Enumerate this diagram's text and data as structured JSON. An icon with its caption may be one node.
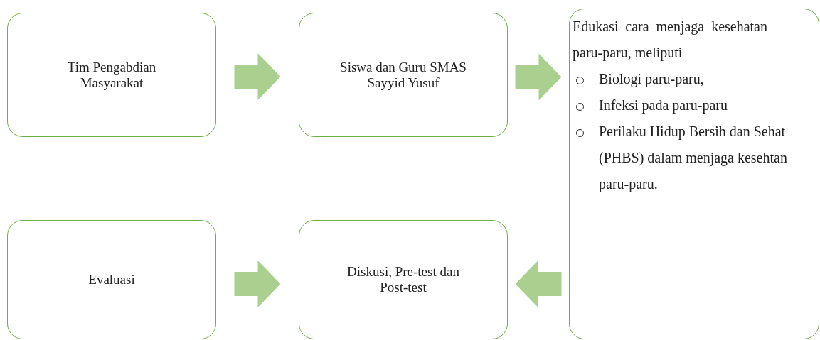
{
  "diagram": {
    "nodes": [
      {
        "text": [
          "Tim Pengabdian Masyarakat"
        ]
      },
      {
        "text": [
          "Siswa dan Guru SMAS Sayyid Yusuf"
        ]
      },
      {
        "text": [
          "Edukasi cara menjaga kesehatan paru-paru, meliputi",
          "Biologi paru-paru,",
          "Infeksi pada paru-paru",
          "Perilaku Hidup Bersih dan Sehat (PHBS) dalam menjaga kesehtan paru-paru."
        ]
      },
      {
        "text": [
          "Evaluasi"
        ]
      },
      {
        "text": [
          "Diskusi, Pre-test dan Post-test"
        ]
      }
    ],
    "edges": [
      {
        "from": 0,
        "to": 1,
        "arrow": "to"
      },
      {
        "from": 1,
        "to": 2,
        "arrow": "to"
      },
      {
        "from": 2,
        "to": 4,
        "arrow": "to"
      },
      {
        "from": 3,
        "to": 4,
        "arrow": "to"
      }
    ]
  }
}
